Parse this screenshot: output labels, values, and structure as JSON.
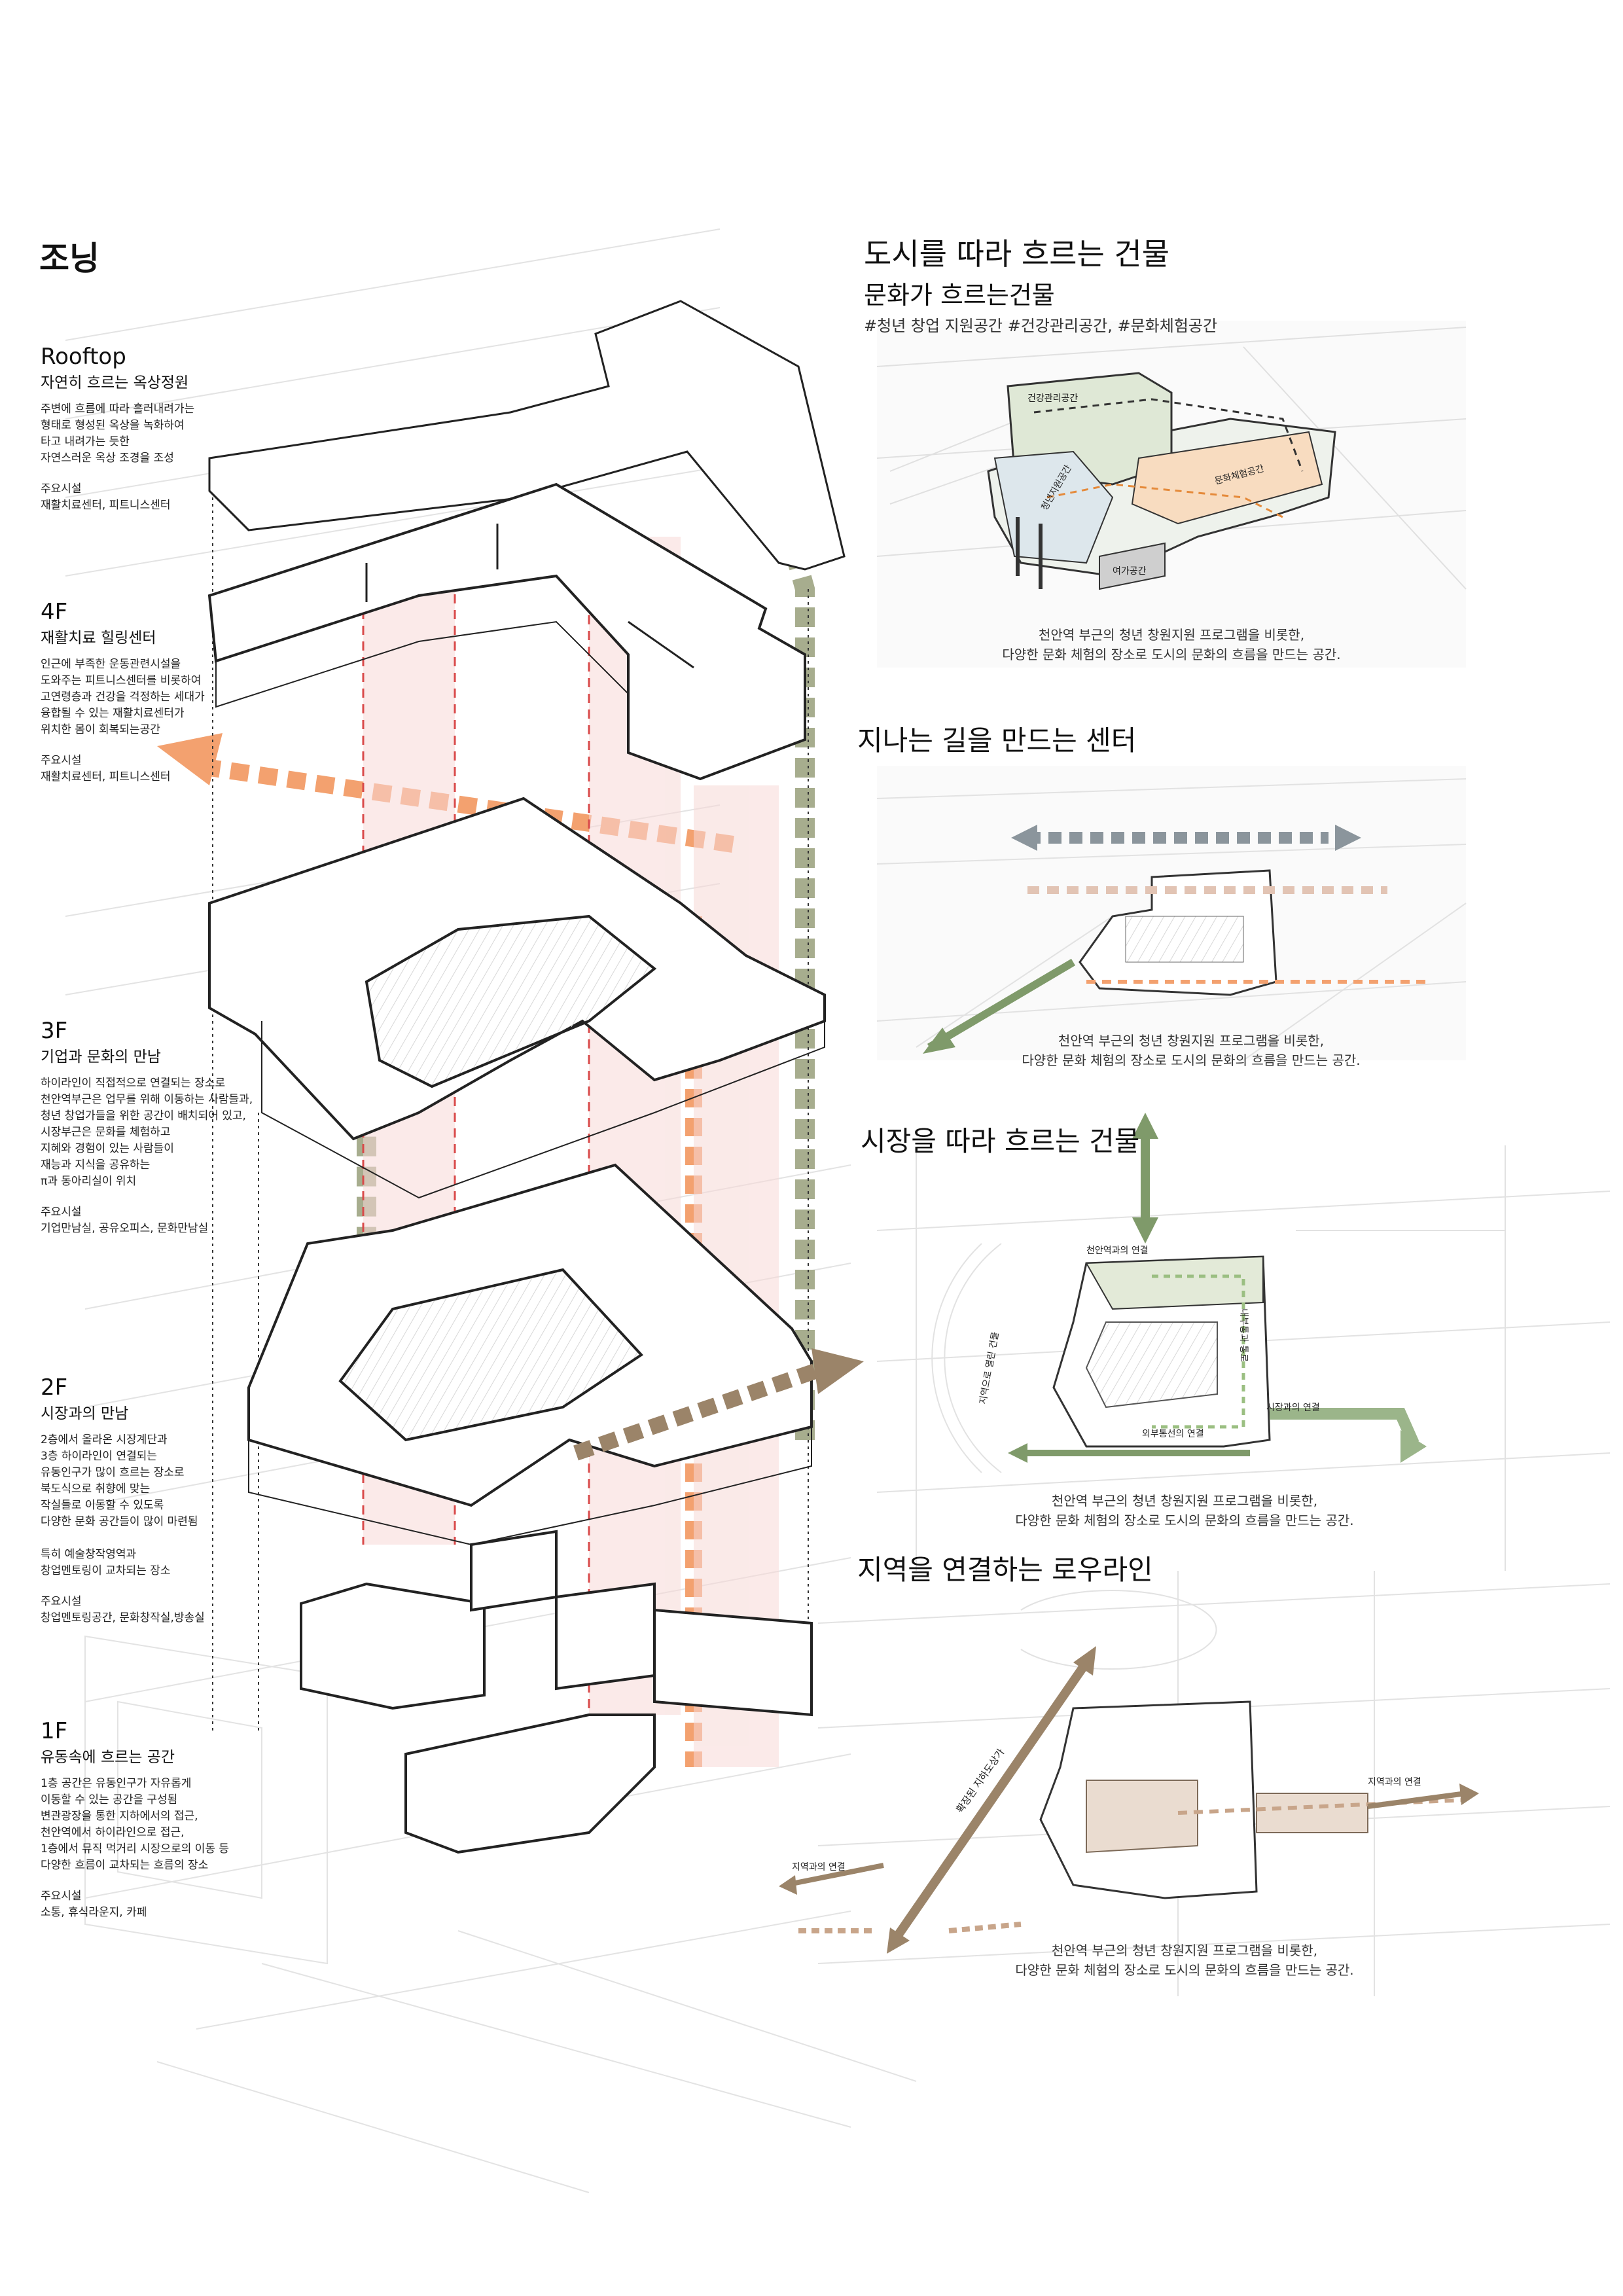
{
  "zoning": {
    "title": "조닝",
    "floors": [
      {
        "key": "rooftop",
        "name": "Rooftop",
        "subtitle": "자연히 흐르는 옥상정원",
        "desc_lines": [
          "주변에 흐름에 따라 흘러내려가는",
          "형태로 형성된 옥상을 녹화하여",
          "타고 내려가는 듯한",
          "자연스러운 옥상 조경을 조성"
        ],
        "facilities_label": "주요시설",
        "facilities": "재활치료센터, 피트니스센터"
      },
      {
        "key": "4f",
        "name": "4F",
        "subtitle": "재활치료 힐링센터",
        "desc_lines": [
          "인근에 부족한 운동관련시설을",
          "도와주는 피트니스센터를 비롯하여",
          "고연령층과 건강을 걱정하는 세대가",
          "융합될 수 있는 재활치료센터가",
          "위치한 몸이 회복되는공간"
        ],
        "facilities_label": "주요시설",
        "facilities": "재활치료센터, 피트니스센터"
      },
      {
        "key": "3f",
        "name": "3F",
        "subtitle": "기업과 문화의 만남",
        "desc_lines": [
          "하이라인이 직접적으로 연결되는 장소로",
          "천안역부근은 업무를 위해 이동하는 사람들과,",
          "청년 창업가들을 위한 공간이 배치되어 있고,",
          "시장부근은 문화를 체험하고",
          "지혜와 경험이 있는 사람들이",
          "재능과 지식을 공유하는",
          "π과 동아리실이 위치"
        ],
        "facilities_label": "주요시설",
        "facilities": "기업만남실, 공유오피스, 문화만남실"
      },
      {
        "key": "2f",
        "name": "2F",
        "subtitle": "시장과의 만남",
        "desc_lines": [
          "2층에서 올라온 시장계단과",
          "3층 하이라인이 연결되는",
          "유동인구가 많이 흐르는 장소로",
          "북도식으로 취향에 맞는",
          "작실들로 이동할 수 있도록",
          "다양한 문화 공간들이 많이 마련됨",
          "",
          "특히 예술창작영역과",
          "창업멘토링이 교차되는 장소"
        ],
        "facilities_label": "주요시설",
        "facilities": "창업멘토링공간, 문화창작실,방송실"
      },
      {
        "key": "1f",
        "name": "1F",
        "subtitle": "유동속에 흐르는 공간",
        "desc_lines": [
          "1층 공간은 유동인구가 자유롭게",
          "이동할 수 있는 공간을 구성됨",
          "변관광장을 통한 지하에서의 접근,",
          "천안역에서 하이라인으로 접근,",
          "1층에서 뮤직 먹거리 시장으로의 이동 등",
          "다양한 흐름이 교차되는  흐름의 장소"
        ],
        "facilities_label": "주요시설",
        "facilities": "소통, 휴식라운지, 카페"
      }
    ]
  },
  "concept": {
    "title": "도시를 따라 흐르는 건물",
    "subtitle": "문화가 흐르는건물",
    "tags": "#청년 창업 지원공간 #건강관리공간, #문화체험공간",
    "labels": [
      "건강관리공간",
      "청년지원공간",
      "문화체험공간",
      "여가공간"
    ],
    "caption": [
      "천안역 부근의 청년 창원지원 프로그램을 비롯한,",
      "다양한 문화 체험의 장소로 도시의 문화의 흐름을 만드는 공간."
    ]
  },
  "passage": {
    "title": "지나는 길을 만드는 센터",
    "caption": [
      "천안역 부근의 청년 창원지원 프로그램을 비롯한,",
      "다양한 문화 체험의 장소로 도시의 문화의 흐름을 만드는 공간."
    ]
  },
  "market": {
    "title": "시장을 따라 흐르는 건물",
    "labels": [
      "천안역과의 연결",
      "지역으로 열린 건물",
      "내부통과 통로",
      "시장과의 연결",
      "외부통선의 연결"
    ],
    "caption": [
      "천안역 부근의 청년 창원지원 프로그램을 비롯한,",
      "다양한 문화 체험의 장소로 도시의 문화의 흐름을 만드는 공간."
    ]
  },
  "region": {
    "title": "지역을 연결하는 로우라인",
    "labels": [
      "확장된 지하도상가",
      "지역과의 연결",
      "지역과의 연결"
    ],
    "caption": [
      "천안역 부근의 청년 창원지원 프로그램을 비롯한,",
      "다양한 문화 체험의 장소로 도시의 문화의 흐름을 만드는 공간."
    ]
  },
  "colors": {
    "olive": "#a7ad8e",
    "orange": "#f3a16f",
    "red_dash": "#d94a4a",
    "green": "#7f9a6a",
    "brown": "#9b8469",
    "grey_arrow": "#8b959c"
  }
}
